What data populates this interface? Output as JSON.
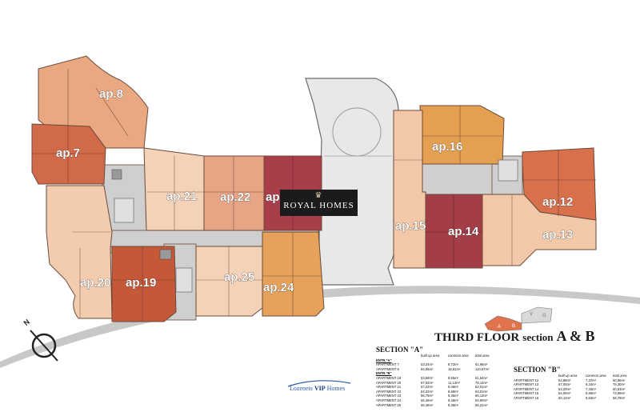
{
  "apartments": [
    {
      "id": "ap8",
      "label": "ap.8"
    },
    {
      "id": "ap7",
      "label": "ap.7"
    },
    {
      "id": "ap21",
      "label": "ap.21"
    },
    {
      "id": "ap22",
      "label": "ap.22"
    },
    {
      "id": "ap23",
      "label": "ap."
    },
    {
      "id": "ap16",
      "label": "ap.16"
    },
    {
      "id": "ap12",
      "label": "ap.12"
    },
    {
      "id": "ap15",
      "label": "ap.15"
    },
    {
      "id": "ap14",
      "label": "ap.14"
    },
    {
      "id": "ap13",
      "label": "ap.13"
    },
    {
      "id": "ap20",
      "label": "ap.20"
    },
    {
      "id": "ap19",
      "label": "ap.19"
    },
    {
      "id": "ap25",
      "label": "ap.25"
    },
    {
      "id": "ap24",
      "label": "ap.24"
    }
  ],
  "watermark": {
    "text": "ROYAL HOMES"
  },
  "title": {
    "part1": "THIRD FLOOR",
    "part2": "section",
    "part3": "A & B"
  },
  "key_plan": {
    "labels": [
      "A",
      "B",
      "V",
      "G"
    ]
  },
  "compass": {
    "letter": "N"
  },
  "logo": {
    "text_a": "Lozenets",
    "text_b": "VIP",
    "text_c": "Homes"
  },
  "section_a": {
    "heading": "SECTION \"A\"",
    "columns": [
      "",
      "built-up area",
      "common area",
      "total area"
    ],
    "groups": [
      {
        "entry": "ENTR.\"A\"",
        "rows": [
          [
            "APARTMENT 7",
            "53,24m²",
            "8,72m²",
            "61,96m²"
          ],
          [
            "APARTMENT 8",
            "94,06m²",
            "16,61m²",
            "110,67m²"
          ]
        ]
      },
      {
        "entry": "ENTR.\"B\"",
        "rows": [
          [
            "APARTMENT 19",
            "53,59m²",
            "8,55m²",
            "61,54m²"
          ],
          [
            "APARTMENT 20",
            "67,02m²",
            "11,12m²",
            "78,14m²"
          ],
          [
            "APARTMENT 21",
            "57,22m²",
            "9,46m²",
            "62,01m²"
          ],
          [
            "APARTMENT 22",
            "54,22m²",
            "8,69m²",
            "63,01m²"
          ],
          [
            "APARTMENT 23",
            "56,79m²",
            "9,35m²",
            "66,13m²"
          ],
          [
            "APARTMENT 24",
            "55,45m²",
            "9,45m²",
            "64,90m²"
          ],
          [
            "APARTMENT 25",
            "55,45m²",
            "9,36m²",
            "65,21m²"
          ]
        ]
      }
    ]
  },
  "section_b": {
    "heading": "SECTION \"B\"",
    "columns": [
      "",
      "built-up area",
      "common area",
      "total area"
    ],
    "rows": [
      [
        "APARTMENT 12",
        "52,89m²",
        "7,37m²",
        "60,96m²"
      ],
      [
        "APARTMENT 13",
        "67,00m²",
        "9,34m²",
        "76,30m²"
      ],
      [
        "APARTMENT 14",
        "53,20m²",
        "7,43m²",
        "60,63m²"
      ],
      [
        "APARTMENT 15",
        "64,00m²",
        "8,99m²",
        "72,99m²"
      ],
      [
        "APARTMENT 16",
        "50,12m²",
        "6,63m²",
        "56,78m²"
      ]
    ]
  },
  "colors": {
    "peach": "#f2c6a6",
    "light_peach": "#f6dcc6",
    "terracotta": "#d8805c",
    "rust": "#c45a3c",
    "burgundy": "#a33d48",
    "orange": "#e5a058",
    "outline": "#6b4a3a",
    "corridor": "#c9c9c9"
  }
}
